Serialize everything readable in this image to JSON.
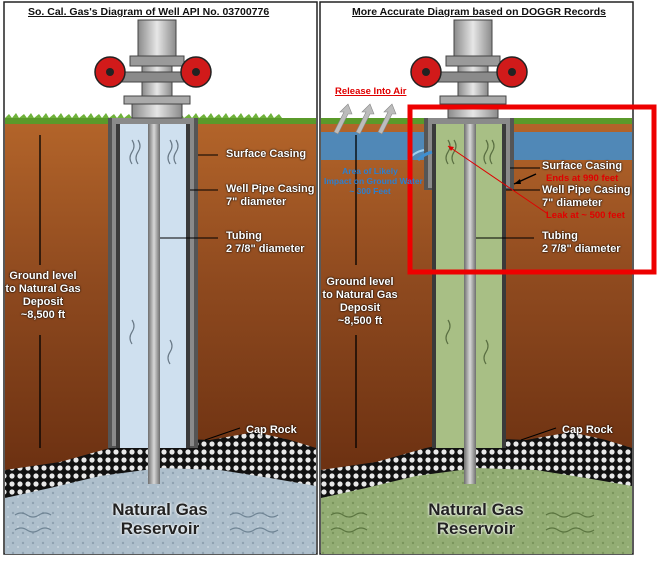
{
  "left_panel": {
    "title": "So. Cal. Gas's Diagram of Well API No. 03700776",
    "surface_casing": "Surface Casing",
    "well_pipe_casing": [
      "Well Pipe Casing",
      "7\" diameter"
    ],
    "tubing": [
      "Tubing",
      "2 7/8\" diameter"
    ],
    "ground_level": [
      "Ground level",
      "to Natural Gas",
      "Deposit",
      "~8,500 ft"
    ],
    "cap_rock": "Cap Rock",
    "reservoir": [
      "Natural Gas",
      "Reservoir"
    ]
  },
  "right_panel": {
    "title": "More Accurate Diagram based on DOGGR Records",
    "release_into_air": "Release Into Air",
    "surface_casing": "Surface Casing",
    "ends_at": "Ends at 990 feet",
    "well_pipe_casing": [
      "Well Pipe Casing",
      "7\" diameter"
    ],
    "leak_at": "Leak at ~ 500 feet",
    "tubing": [
      "Tubing",
      "2 7/8\" diameter"
    ],
    "aquifer_note": [
      "Area of Likely",
      "Impact on Ground Water",
      "~ 300 Feet"
    ],
    "ground_level": [
      "Ground level",
      "to Natural Gas",
      "Deposit",
      "~8,500 ft"
    ],
    "cap_rock": "Cap Rock",
    "reservoir": [
      "Natural Gas",
      "Reservoir"
    ]
  },
  "colors": {
    "soil_top": "#b4652a",
    "soil_bottom": "#6b3011",
    "grass": "#5a9a2a",
    "tubing_left": "#cfe0ef",
    "tubing_right": "#a8bf85",
    "reservoir_left": "#aebfcc",
    "reservoir_right": "#93ad74",
    "groundwater": "#3f8fd0",
    "highlight_red": "#ee0000",
    "valve_red": "#d11a1a"
  }
}
